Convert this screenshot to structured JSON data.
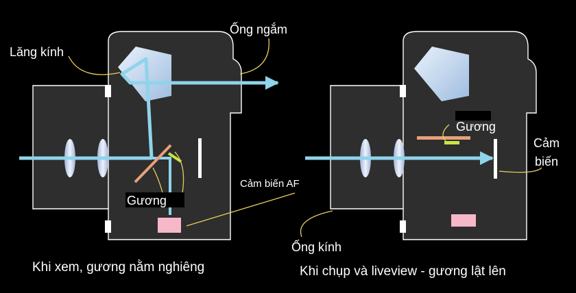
{
  "labels": {
    "prism": "Lăng kính",
    "viewfinder": "Ống ngắm",
    "mirror_left": "Gương",
    "af_sensor": "Cảm biến AF",
    "lens": "Ống kính",
    "mirror_right": "Gương",
    "sensor_line1": "Cảm",
    "sensor_line2": "biến"
  },
  "captions": {
    "left": "Khi xem, gương nằm nghiêng",
    "right": "Khi chụp và liveview - gương lật lên"
  },
  "colors": {
    "background": "#000000",
    "body": "#2e2e2e",
    "outline": "#ffffff",
    "light_beam": "#8fd4ea",
    "leader_line": "#e6d05a",
    "mirror": "#e8a07c",
    "af_sensor": "#f6b8c8",
    "submirror": "#c8e640",
    "prism_glass": "#c7dcf2"
  }
}
